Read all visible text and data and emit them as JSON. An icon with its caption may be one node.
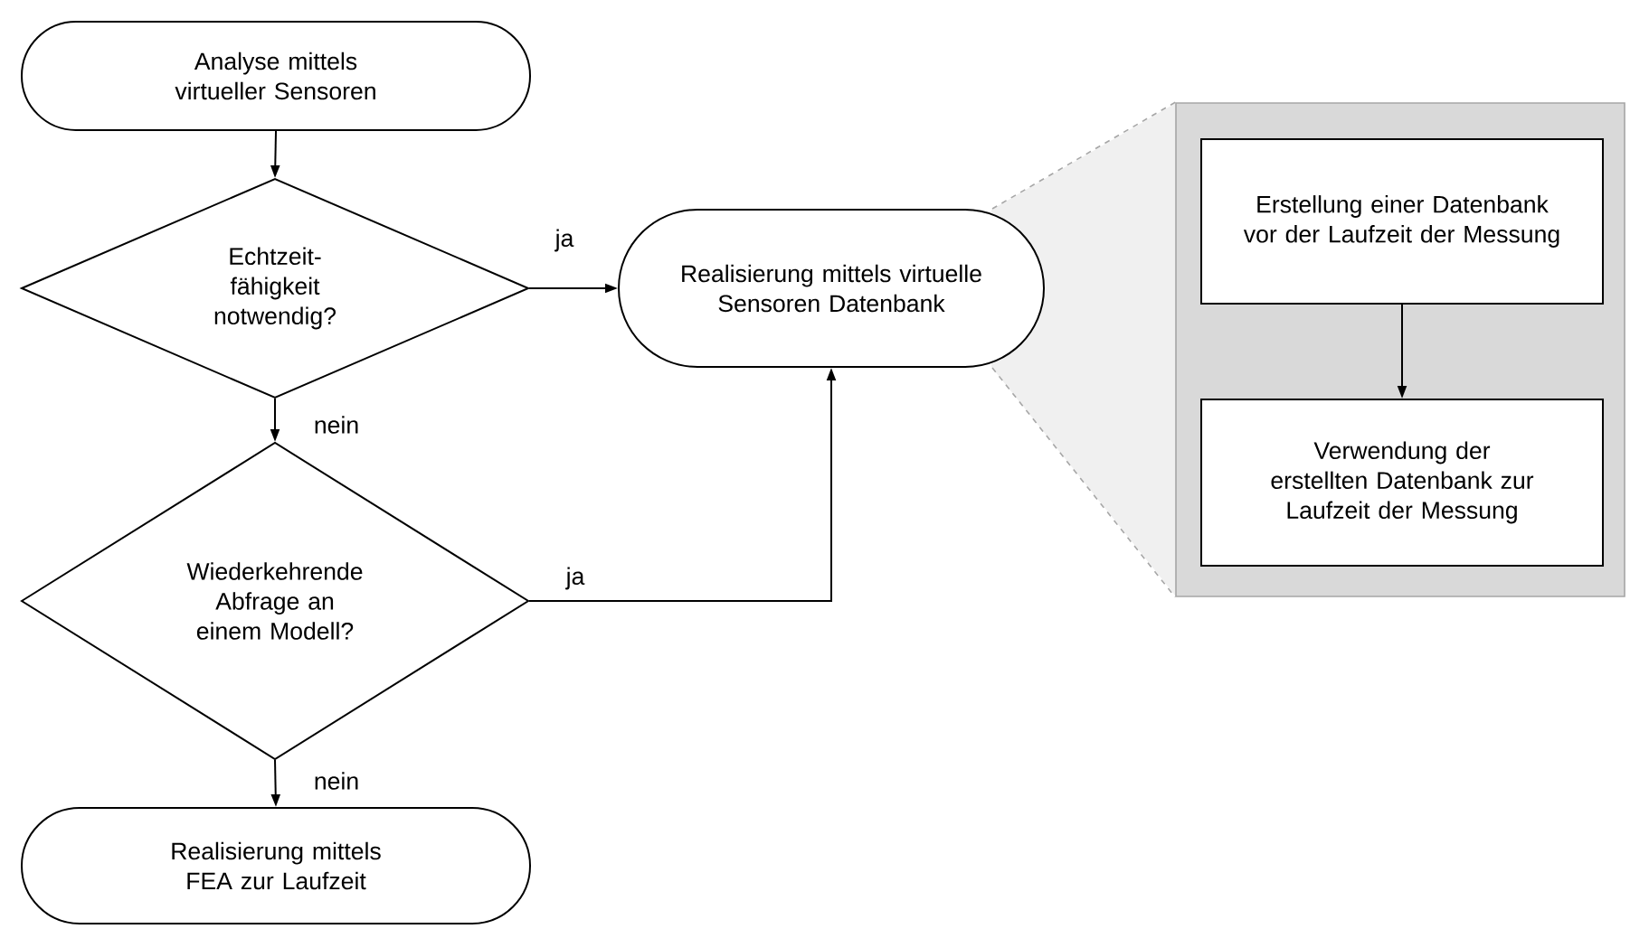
{
  "diagram": {
    "nodes": [
      {
        "text": [
          "Analyse mittels virtueller Sensoren"
        ]
      },
      {
        "text": [
          "Echtzeit- fähigkeit notwendig?"
        ]
      },
      {
        "text": [
          "Wiederkehrende Abfrage an einem Modell?"
        ]
      },
      {
        "text": [
          "Realisierung mittels FEA zur Laufzeit"
        ]
      },
      {
        "text": [
          "Realisierung mittels virtuelle Sensoren Datenbank"
        ]
      },
      {
        "text": [],
        "shape": "box"
      },
      {
        "text": [
          "Erstellung einer Datenbank vor der Laufzeit der Messung"
        ],
        "in": 5
      },
      {
        "text": [
          "Verwendung der erstellten Datenbank zur Laufzeit der Messung"
        ],
        "in": 5
      }
    ],
    "edges": [
      {
        "from": 0,
        "to": 1,
        "arrow": "to"
      },
      {
        "from": 1,
        "to": 4,
        "arrow": "to",
        "label": "ja"
      },
      {
        "from": 1,
        "to": 2,
        "arrow": "to",
        "label": "nein"
      },
      {
        "from": 2,
        "to": 4,
        "arrow": "to",
        "label": "ja"
      },
      {
        "from": 2,
        "to": 3,
        "arrow": "to",
        "label": "nein"
      },
      {
        "from": 6,
        "to": 7,
        "arrow": "to"
      },
      {
        "from": 4,
        "to": 5,
        "arrow": "none",
        "style": "dashed",
        "color": "#a6a6a6"
      },
      {
        "from": 4,
        "to": 5,
        "arrow": "none",
        "style": "dashed",
        "color": "#a6a6a6"
      }
    ]
  }
}
